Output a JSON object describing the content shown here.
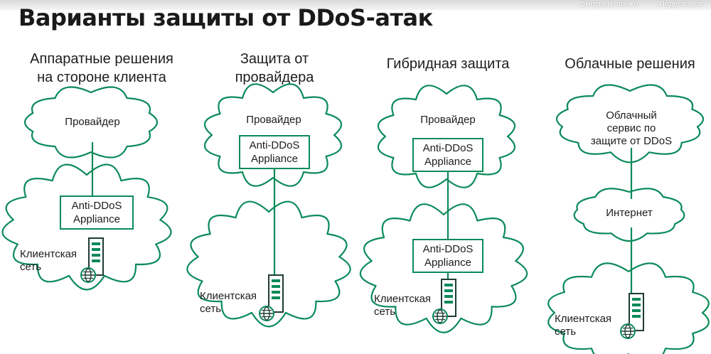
{
  "video_overlay": {
    "watch_later": "Смотреть позже",
    "share": "Поделиться"
  },
  "title": "Варианты защиты от DDoS-атак",
  "columns": [
    {
      "heading": "Аппаратные решения\nна стороне клиента",
      "provider_label": "Провайдер",
      "appliance_label": "Anti-DDoS\nAppliance",
      "client_label": "Клиентская\nсеть"
    },
    {
      "heading": "Защита от\nпровайдера",
      "provider_label": "Провайдер",
      "appliance_label": "Anti-DDoS\nAppliance",
      "client_label": "Клиентская\nсеть"
    },
    {
      "heading": "Гибридная защита",
      "provider_label": "Провайдер",
      "appliance_top_label": "Anti-DDoS\nAppliance",
      "appliance_bottom_label": "Anti-DDoS\nAppliance",
      "client_label": "Клиентская\nсеть"
    },
    {
      "heading": "Облачные решения",
      "cloud_service_label": "Облачный\nсервис по\nзащите от DDoS",
      "internet_label": "Интернет",
      "client_label": "Клиентская\nсеть"
    }
  ],
  "colors": {
    "accent": "#0b8a5a",
    "text": "#1d1d1d",
    "server_outline": "#1f3b34"
  },
  "icons": [
    "cloud-icon",
    "server-icon",
    "globe-icon"
  ]
}
